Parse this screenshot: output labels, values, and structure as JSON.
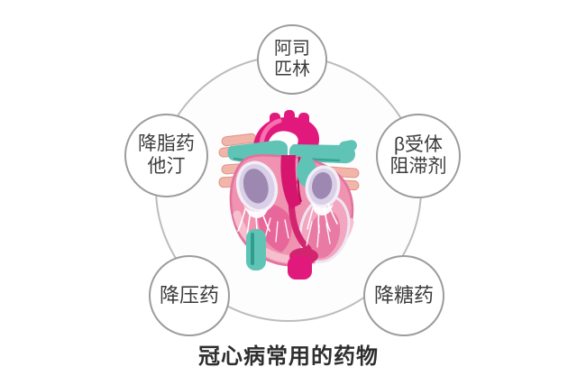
{
  "title": {
    "text": "冠心病常用的药物"
  },
  "diagram": {
    "illustration": "anatomical-heart",
    "bubbles": [
      {
        "id": "aspirin",
        "label": "阿司匹林",
        "lines": [
          "阿司",
          "匹林"
        ]
      },
      {
        "id": "statin",
        "label": "降脂药他汀",
        "lines": [
          "降脂药",
          "他汀"
        ]
      },
      {
        "id": "beta-blocker",
        "label": "β受体阻滞剂",
        "lines": [
          "β受体",
          "阻滞剂"
        ]
      },
      {
        "id": "antihypertensive",
        "label": "降压药",
        "lines": [
          "降压药"
        ]
      },
      {
        "id": "glucose-lowering",
        "label": "降糖药",
        "lines": [
          "降糖药"
        ]
      }
    ],
    "colors": {
      "bubble_border": "#9c9c9c",
      "ring_border": "#bcbcbc",
      "text": "#3c3c3c",
      "heart_magenta": "#e2197c",
      "heart_deep_magenta": "#d2246f",
      "heart_pink": "#ef93b1",
      "heart_light_pink": "#f6bfcd",
      "heart_teal": "#5fc3b5",
      "heart_salmon": "#f2b5aa",
      "atrium_purple": "#9d88b2",
      "atrium_lavender": "#d9cfe7"
    }
  }
}
